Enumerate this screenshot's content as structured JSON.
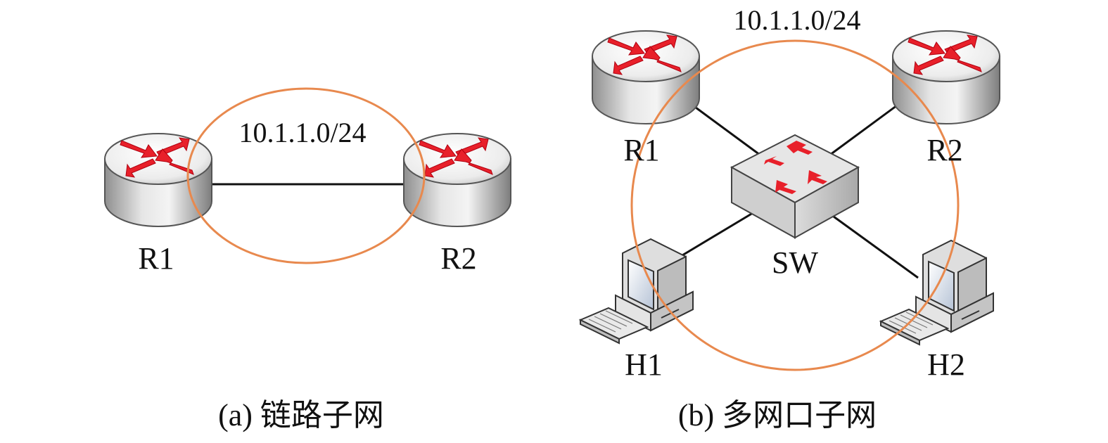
{
  "diagram_a": {
    "subnet": "10.1.1.0/24",
    "router1": "R1",
    "router2": "R2",
    "caption": "(a) 链路子网"
  },
  "diagram_b": {
    "subnet": "10.1.1.0/24",
    "router1": "R1",
    "router2": "R2",
    "switch": "SW",
    "host1": "H1",
    "host2": "H2",
    "caption": "(b)  多网口子网"
  },
  "colors": {
    "subnet_ellipse": "#e8894e",
    "arrow_red": "#e8202a",
    "device_gray": "#c9c9c9",
    "link": "#111111"
  },
  "icons": [
    "router-icon",
    "switch-icon",
    "computer-icon"
  ]
}
